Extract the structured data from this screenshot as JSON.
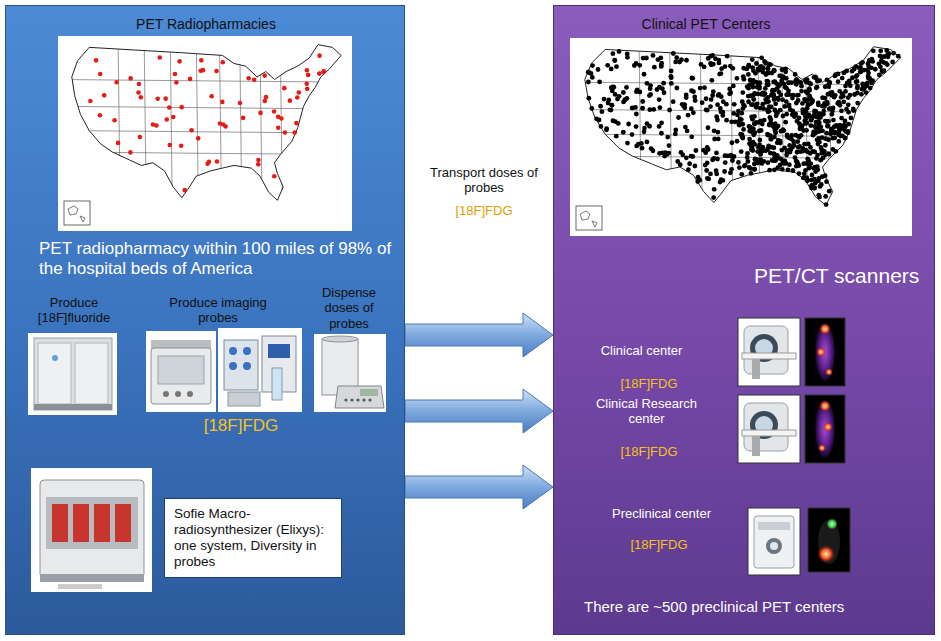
{
  "diagram": {
    "nodes": [
      {
        "text": [
          "PET Radiopharmacies",
          "PET radiopharmacy within 100 miles of 98% of the hospital beds of America",
          "Produce [18F]fluoride",
          "Produce imaging probes",
          "Dispense doses of probes",
          "[18F]FDG"
        ]
      },
      {
        "text": [
          "Sofie Macro-radiosynthesizer (Elixys): one system, Diversity in probes"
        ],
        "in": 0
      },
      {
        "text": [
          "Clinical PET Centers",
          "PET/CT scanners",
          "Clinical center",
          "[18F]FDG",
          "Clinical Research center",
          "[18F]FDG",
          "Preclinical center",
          "[18F]FDG",
          "There are ~500 preclinical PET centers"
        ]
      }
    ],
    "edges": [
      {
        "from": 0,
        "to": 2,
        "arrow": "to"
      },
      {
        "from": 0,
        "to": 2,
        "arrow": "to"
      },
      {
        "from": 0,
        "to": 2,
        "arrow": "to"
      }
    ],
    "labels": [
      "Transport doses of probes",
      "[18F]FDG"
    ]
  }
}
